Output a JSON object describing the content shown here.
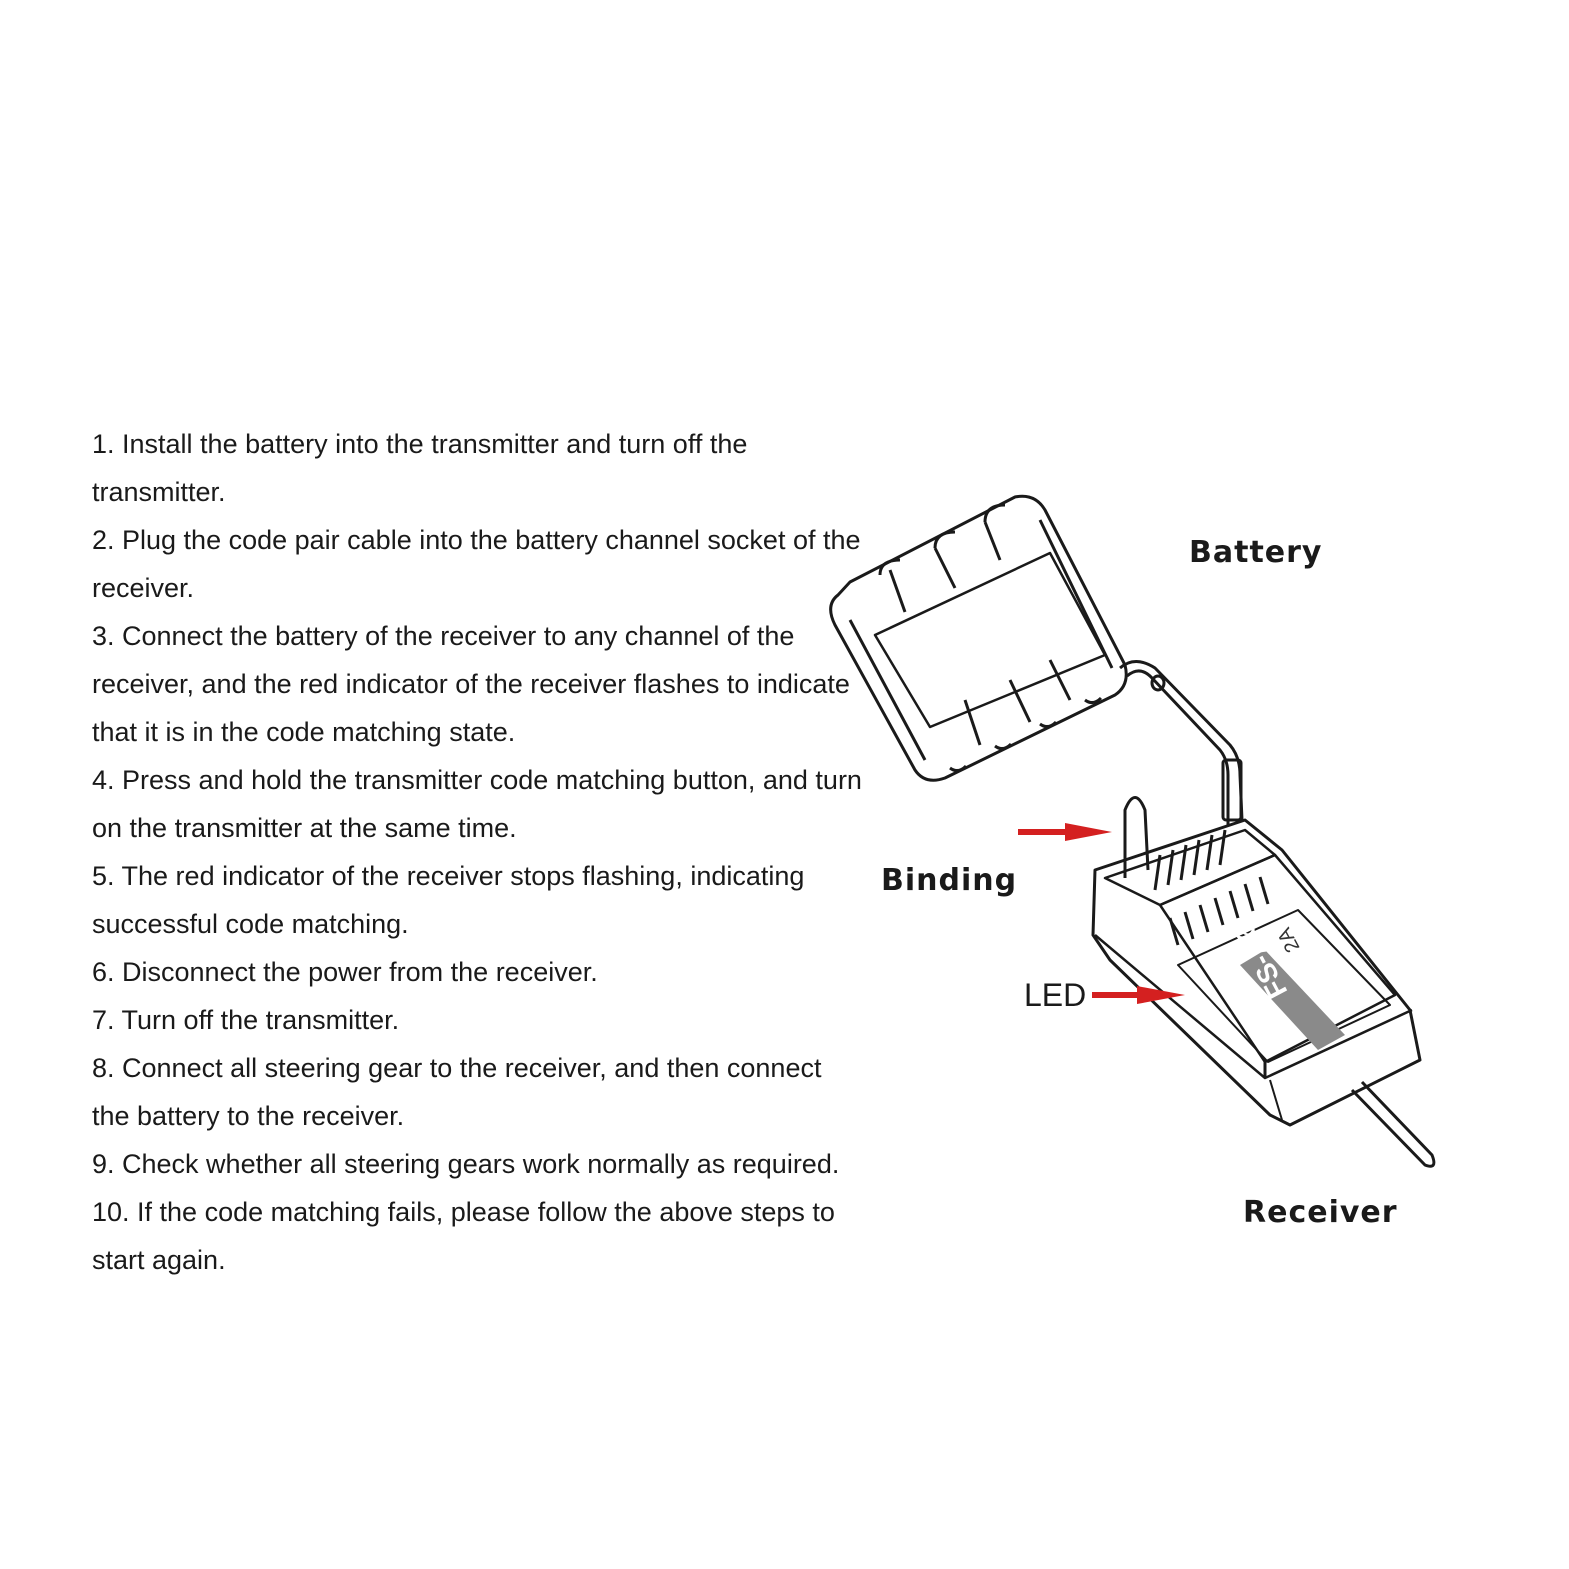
{
  "steps": [
    "1. Install the battery into the transmitter and turn off the transmitter.",
    "2. Plug the code pair cable into the battery channel socket of the receiver.",
    "3. Connect the battery of the receiver to any channel of the receiver, and the red indicator of the receiver flashes to indicate that it is in the code matching state.",
    "4. Press and hold the transmitter code matching button, and turn on the transmitter at the same time.",
    "5. The red indicator of the receiver stops flashing, indicating successful code matching.",
    "6. Disconnect the power from the receiver.",
    "7. Turn off the transmitter.",
    "8. Connect all steering gear to the receiver, and then connect the battery to the receiver.",
    "9. Check whether all steering gears work normally as required.",
    "10. If the code matching fails, please follow the above steps to start again."
  ],
  "diagram": {
    "labels": {
      "battery": "Battery",
      "binding": "Binding",
      "led": "LED",
      "receiver": "Receiver"
    },
    "receiver_model": "FS-A6",
    "receiver_text": "2A",
    "arrow_color": "#d42020"
  }
}
